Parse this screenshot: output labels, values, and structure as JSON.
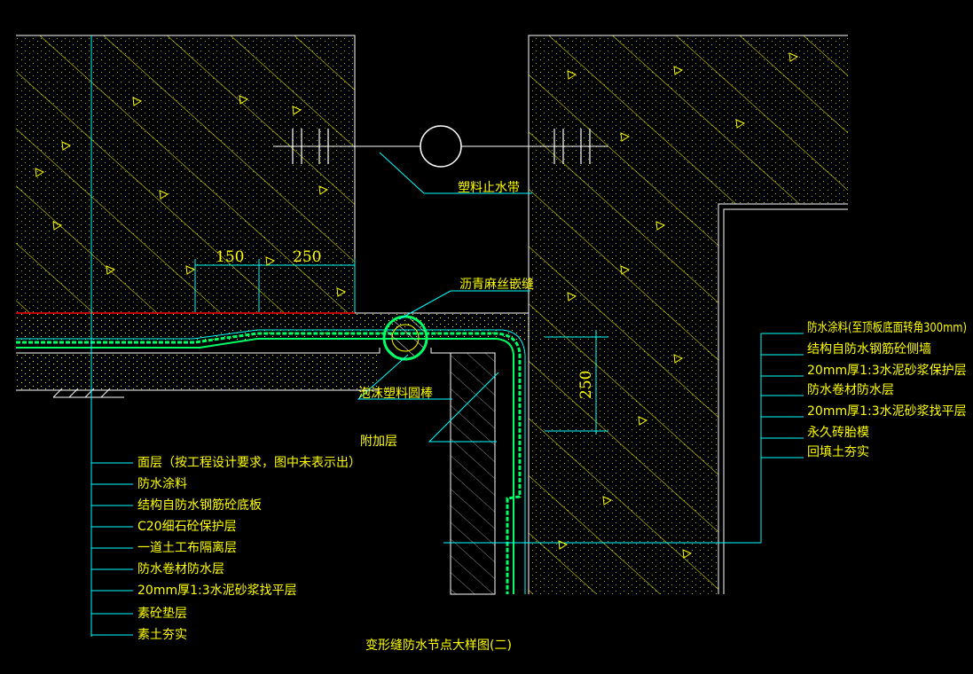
{
  "title": "变形缝防水节点大样图(二)",
  "colors": {
    "background": "#000000",
    "outline": "#ffffff",
    "hatch": "#ffff00",
    "leader": "#00ffff",
    "waterproof": "#00ff66",
    "red_line": "#ff0000"
  },
  "dimensions": {
    "d150": "150",
    "d250_h": "250",
    "d250_v": "250"
  },
  "top_labels": {
    "waterstop": "塑料止水带",
    "hemp_caulk": "沥青麻丝嵌缝",
    "foam_rod": "泡沫塑料圆棒",
    "additional_layer": "附加层"
  },
  "left_labels": [
    "面层（按工程设计要求，图中未表示出）",
    "防水涂料",
    "结构自防水钢筋砼底板",
    "C20细石砼保护层",
    "一道土工布隔离层",
    "防水卷材防水层",
    "20mm厚1:3水泥砂浆找平层",
    "素砼垫层",
    "素土夯实"
  ],
  "right_labels": [
    "防水涂料(至顶板底面转角300mm)",
    "结构自防水钢筋砼侧墙",
    "20mm厚1:3水泥砂浆保护层",
    "防水卷材防水层",
    "20mm厚1:3水泥砂浆找平层",
    "永久砖胎模",
    "回填土夯实"
  ]
}
